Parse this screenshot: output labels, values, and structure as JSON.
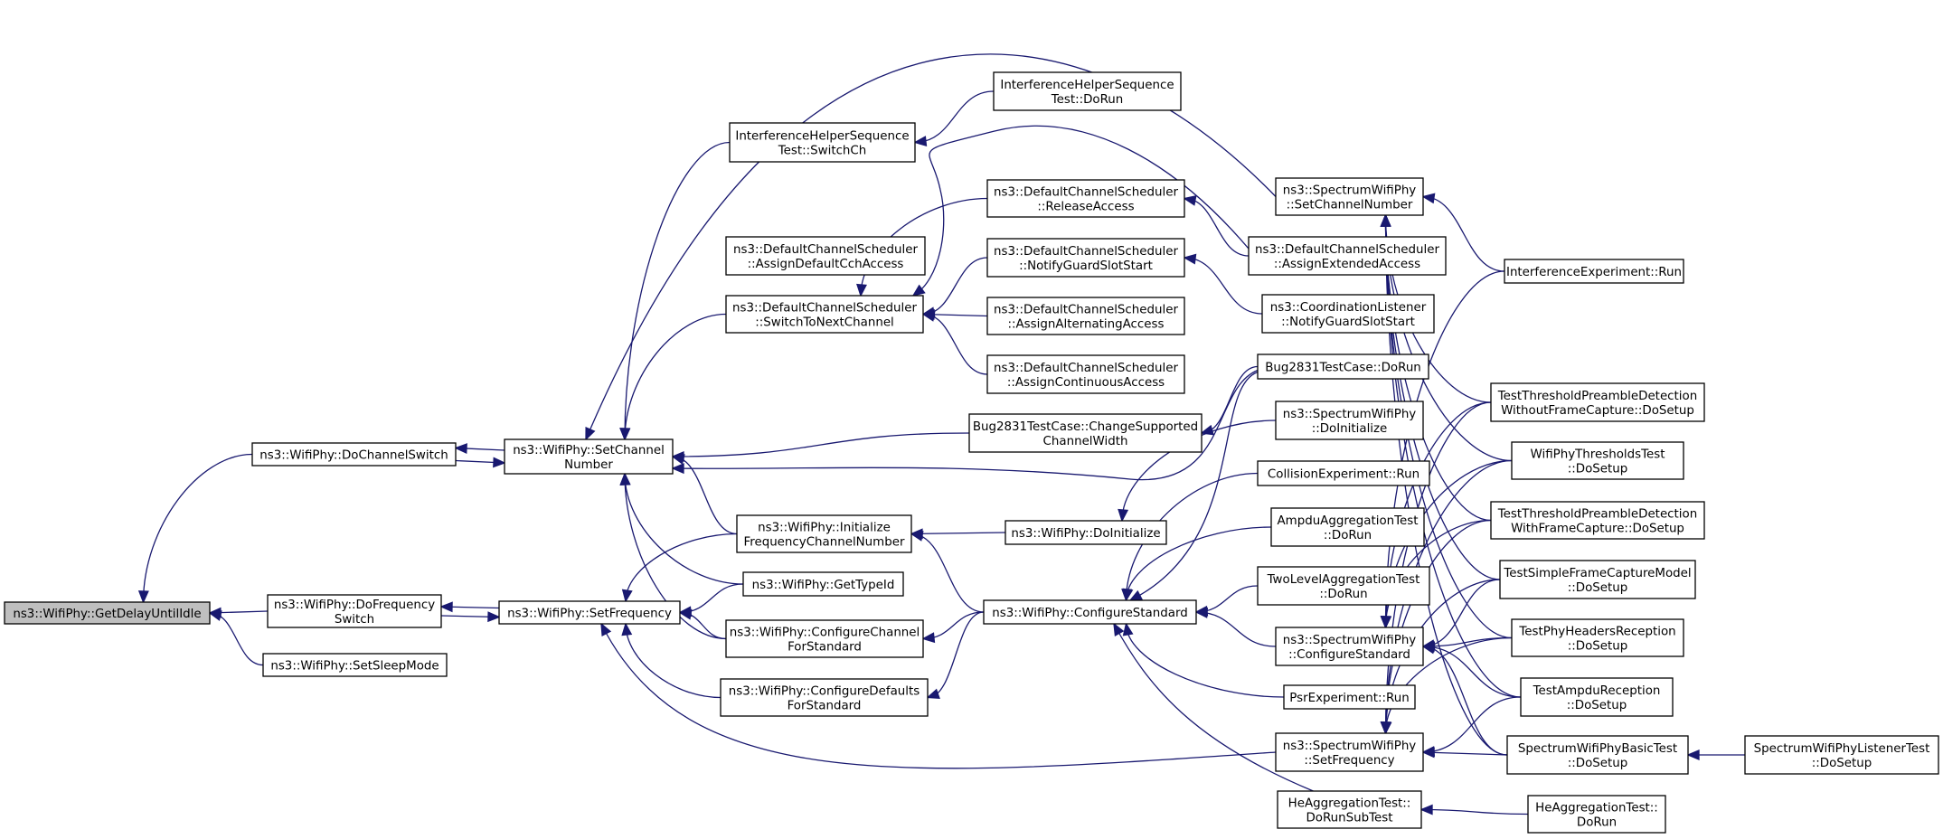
{
  "graph": {
    "colors": {
      "edge": "#191970",
      "highlight_fill": "#bfbfbf",
      "node_border": "#000000"
    },
    "nodes": [
      {
        "id": "n0",
        "lines": [
          "ns3::WifiPhy::GetDelayUntilIdle"
        ],
        "highlight": true
      },
      {
        "id": "n1",
        "lines": [
          "ns3::WifiPhy::DoChannelSwitch"
        ]
      },
      {
        "id": "n2",
        "lines": [
          "ns3::WifiPhy::DoFrequency",
          "Switch"
        ]
      },
      {
        "id": "n3",
        "lines": [
          "ns3::WifiPhy::SetSleepMode"
        ]
      },
      {
        "id": "n4",
        "lines": [
          "ns3::WifiPhy::SetChannel",
          "Number"
        ]
      },
      {
        "id": "n5",
        "lines": [
          "ns3::WifiPhy::SetFrequency"
        ]
      },
      {
        "id": "n6",
        "lines": [
          "InterferenceHelperSequence",
          "Test::SwitchCh"
        ]
      },
      {
        "id": "n7",
        "lines": [
          "InterferenceHelperSequence",
          "Test::DoRun"
        ]
      },
      {
        "id": "n8",
        "lines": [
          "ns3::DefaultChannelScheduler",
          "::AssignDefaultCchAccess"
        ]
      },
      {
        "id": "n9",
        "lines": [
          "ns3::DefaultChannelScheduler",
          "::SwitchToNextChannel"
        ]
      },
      {
        "id": "n10",
        "lines": [
          "ns3::DefaultChannelScheduler",
          "::ReleaseAccess"
        ]
      },
      {
        "id": "n11",
        "lines": [
          "ns3::DefaultChannelScheduler",
          "::NotifyGuardSlotStart"
        ]
      },
      {
        "id": "n12",
        "lines": [
          "ns3::DefaultChannelScheduler",
          "::AssignAlternatingAccess"
        ]
      },
      {
        "id": "n13",
        "lines": [
          "ns3::DefaultChannelScheduler",
          "::AssignContinuousAccess"
        ]
      },
      {
        "id": "n14",
        "lines": [
          "ns3::DefaultChannelScheduler",
          "::AssignExtendedAccess"
        ]
      },
      {
        "id": "n15",
        "lines": [
          "ns3::CoordinationListener",
          "::NotifyGuardSlotStart"
        ]
      },
      {
        "id": "n16",
        "lines": [
          "Bug2831TestCase::ChangeSupported",
          "ChannelWidth"
        ]
      },
      {
        "id": "n17",
        "lines": [
          "Bug2831TestCase::DoRun"
        ]
      },
      {
        "id": "n18",
        "lines": [
          "ns3::WifiPhy::Initialize",
          "FrequencyChannelNumber"
        ]
      },
      {
        "id": "n19",
        "lines": [
          "ns3::WifiPhy::GetTypeId"
        ]
      },
      {
        "id": "n20",
        "lines": [
          "ns3::WifiPhy::ConfigureChannel",
          "ForStandard"
        ]
      },
      {
        "id": "n21",
        "lines": [
          "ns3::WifiPhy::ConfigureDefaults",
          "ForStandard"
        ]
      },
      {
        "id": "n22",
        "lines": [
          "ns3::WifiPhy::DoInitialize"
        ]
      },
      {
        "id": "n23",
        "lines": [
          "ns3::WifiPhy::ConfigureStandard"
        ]
      },
      {
        "id": "n24",
        "lines": [
          "ns3::SpectrumWifiPhy",
          "::SetChannelNumber"
        ]
      },
      {
        "id": "n25",
        "lines": [
          "ns3::SpectrumWifiPhy",
          "::DoInitialize"
        ]
      },
      {
        "id": "n26",
        "lines": [
          "CollisionExperiment::Run"
        ]
      },
      {
        "id": "n27",
        "lines": [
          "AmpduAggregationTest",
          "::DoRun"
        ]
      },
      {
        "id": "n28",
        "lines": [
          "TwoLevelAggregationTest",
          "::DoRun"
        ]
      },
      {
        "id": "n29",
        "lines": [
          "ns3::SpectrumWifiPhy",
          "::ConfigureStandard"
        ]
      },
      {
        "id": "n30",
        "lines": [
          "PsrExperiment::Run"
        ]
      },
      {
        "id": "n31",
        "lines": [
          "ns3::SpectrumWifiPhy",
          "::SetFrequency"
        ]
      },
      {
        "id": "n32",
        "lines": [
          "HeAggregationTest::",
          "DoRunSubTest"
        ]
      },
      {
        "id": "n33",
        "lines": [
          "InterferenceExperiment::Run"
        ]
      },
      {
        "id": "n34",
        "lines": [
          "TestThresholdPreambleDetection",
          "WithoutFrameCapture::DoSetup"
        ]
      },
      {
        "id": "n35",
        "lines": [
          "WifiPhyThresholdsTest",
          "::DoSetup"
        ]
      },
      {
        "id": "n36",
        "lines": [
          "TestThresholdPreambleDetection",
          "WithFrameCapture::DoSetup"
        ]
      },
      {
        "id": "n37",
        "lines": [
          "TestSimpleFrameCaptureModel",
          "::DoSetup"
        ]
      },
      {
        "id": "n38",
        "lines": [
          "TestPhyHeadersReception",
          "::DoSetup"
        ]
      },
      {
        "id": "n39",
        "lines": [
          "TestAmpduReception",
          "::DoSetup"
        ]
      },
      {
        "id": "n40",
        "lines": [
          "SpectrumWifiPhyBasicTest",
          "::DoSetup"
        ]
      },
      {
        "id": "n41",
        "lines": [
          "SpectrumWifiPhyListenerTest",
          "::DoSetup"
        ]
      },
      {
        "id": "n42",
        "lines": [
          "HeAggregationTest::",
          "DoRun"
        ]
      }
    ],
    "edges": [
      [
        "n1",
        "n0"
      ],
      [
        "n2",
        "n0"
      ],
      [
        "n3",
        "n0"
      ],
      [
        "n4",
        "n1"
      ],
      [
        "n1",
        "n4"
      ],
      [
        "n5",
        "n2"
      ],
      [
        "n2",
        "n5"
      ],
      [
        "n6",
        "n4"
      ],
      [
        "n9",
        "n4"
      ],
      [
        "n16",
        "n4"
      ],
      [
        "n17",
        "n4"
      ],
      [
        "n18",
        "n4"
      ],
      [
        "n19",
        "n4"
      ],
      [
        "n20",
        "n4"
      ],
      [
        "n24",
        "n4"
      ],
      [
        "n7",
        "n6"
      ],
      [
        "n10",
        "n9"
      ],
      [
        "n11",
        "n9"
      ],
      [
        "n12",
        "n9"
      ],
      [
        "n13",
        "n9"
      ],
      [
        "n14",
        "n9"
      ],
      [
        "n14",
        "n10"
      ],
      [
        "n15",
        "n11"
      ],
      [
        "n17",
        "n16"
      ],
      [
        "n18",
        "n5"
      ],
      [
        "n19",
        "n5"
      ],
      [
        "n20",
        "n5"
      ],
      [
        "n21",
        "n5"
      ],
      [
        "n31",
        "n5"
      ],
      [
        "n22",
        "n18"
      ],
      [
        "n23",
        "n18"
      ],
      [
        "n25",
        "n22"
      ],
      [
        "n23",
        "n20"
      ],
      [
        "n23",
        "n21"
      ],
      [
        "n17",
        "n23"
      ],
      [
        "n26",
        "n23"
      ],
      [
        "n27",
        "n23"
      ],
      [
        "n28",
        "n23"
      ],
      [
        "n29",
        "n23"
      ],
      [
        "n30",
        "n23"
      ],
      [
        "n32",
        "n23"
      ],
      [
        "n42",
        "n32"
      ],
      [
        "n33",
        "n24"
      ],
      [
        "n34",
        "n24"
      ],
      [
        "n35",
        "n24"
      ],
      [
        "n36",
        "n24"
      ],
      [
        "n37",
        "n24"
      ],
      [
        "n38",
        "n24"
      ],
      [
        "n39",
        "n24"
      ],
      [
        "n40",
        "n24"
      ],
      [
        "n33",
        "n29"
      ],
      [
        "n34",
        "n29"
      ],
      [
        "n35",
        "n29"
      ],
      [
        "n36",
        "n29"
      ],
      [
        "n37",
        "n29"
      ],
      [
        "n38",
        "n29"
      ],
      [
        "n39",
        "n29"
      ],
      [
        "n40",
        "n29"
      ],
      [
        "n34",
        "n31"
      ],
      [
        "n35",
        "n31"
      ],
      [
        "n36",
        "n31"
      ],
      [
        "n37",
        "n31"
      ],
      [
        "n38",
        "n31"
      ],
      [
        "n39",
        "n31"
      ],
      [
        "n40",
        "n31"
      ],
      [
        "n41",
        "n40"
      ]
    ]
  }
}
